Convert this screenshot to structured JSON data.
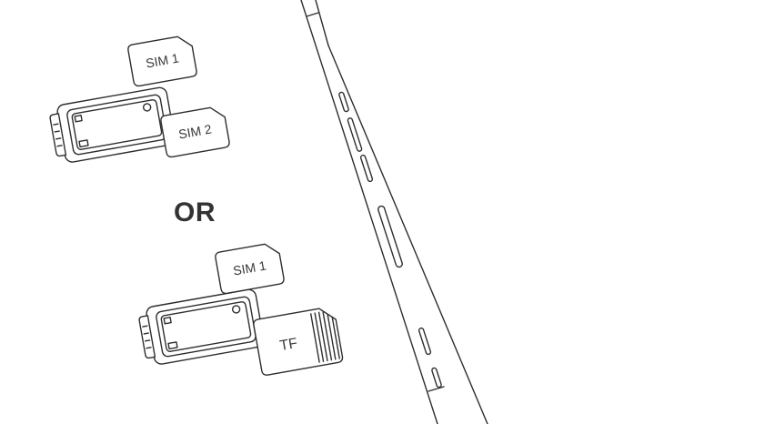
{
  "diagram": {
    "separator_label": "OR",
    "option_a": {
      "card1_label": "SIM 1",
      "card2_label": "SIM 2"
    },
    "option_b": {
      "card1_label": "SIM 1",
      "card2_label": "TF"
    },
    "colors": {
      "line": "#2e2e2e",
      "text": "#3a3a3a",
      "background": "#ffffff"
    }
  }
}
